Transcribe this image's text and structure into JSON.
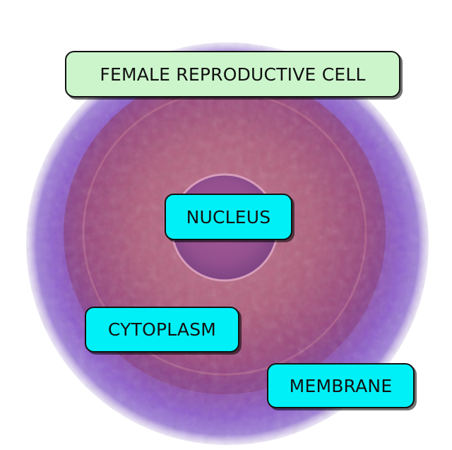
{
  "labels": {
    "title": "FEMALE REPRODUCTIVE CELL",
    "nucleus": "NUCLEUS",
    "cytoplasm": "CYTOPLASM",
    "membrane": "MEMBRANE"
  },
  "colors": {
    "title_fill": "#ccf5cc",
    "part_label_fill": "#00f0f8",
    "membrane": "#8a5cc8",
    "cytoplasm": "#b0607e",
    "nucleus": "#9a5090",
    "label_border": "#111111"
  }
}
